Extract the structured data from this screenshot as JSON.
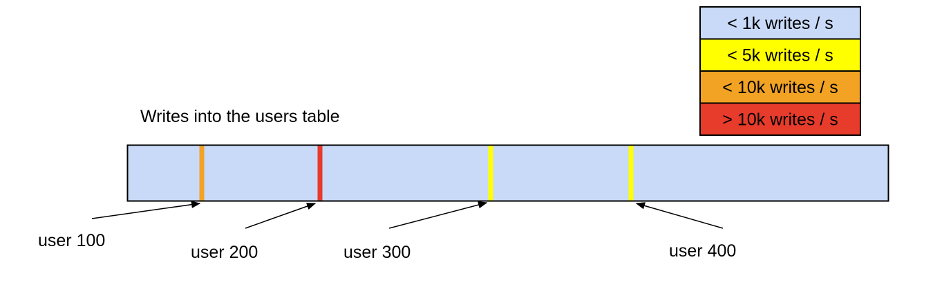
{
  "title": "Writes into the users table",
  "colors": {
    "bar_fill": "#c9daf8",
    "border": "#000000",
    "arrow": "#000000"
  },
  "legend": {
    "items": [
      {
        "label": "< 1k writes / s",
        "color": "#c9daf8"
      },
      {
        "label": "< 5k writes / s",
        "color": "#ffff00"
      },
      {
        "label": "< 10k writes / s",
        "color": "#f2a324"
      },
      {
        "label": "> 10k writes / s",
        "color": "#e73b2b"
      }
    ]
  },
  "bar": {
    "fill": "#c9daf8"
  },
  "users": [
    {
      "label": "user 100",
      "stripe_color": "#f2a324",
      "write_rate": "< 10k writes / s"
    },
    {
      "label": "user 200",
      "stripe_color": "#e73b2b",
      "write_rate": "> 10k writes / s"
    },
    {
      "label": "user 300",
      "stripe_color": "#ffff00",
      "write_rate": "< 5k writes / s"
    },
    {
      "label": "user 400",
      "stripe_color": "#ffff00",
      "write_rate": "< 5k writes / s"
    }
  ]
}
